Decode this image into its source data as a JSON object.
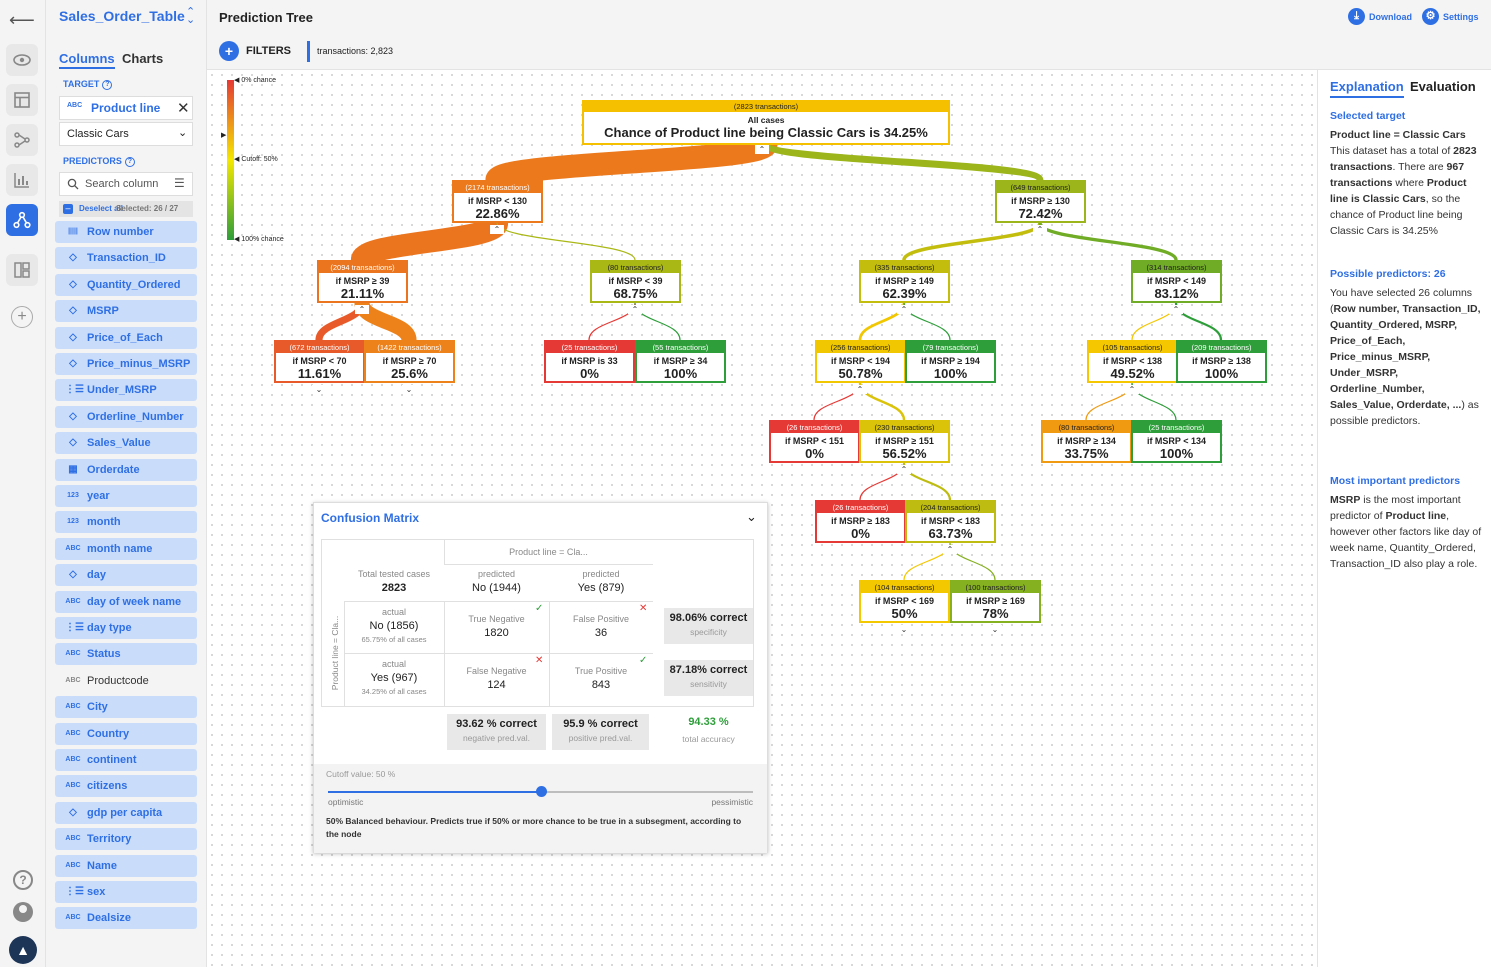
{
  "dataset": {
    "name": "Sales_Order_Table"
  },
  "left_tabs": [
    "Columns",
    "Charts"
  ],
  "target": {
    "section": "TARGET",
    "column": "Product line",
    "value": "Classic Cars"
  },
  "predictors": {
    "section": "PREDICTORS",
    "search_placeholder": "Search column",
    "deselect_label": "Deselect all",
    "selected_label": "Selected: 26 / 27"
  },
  "columns": [
    {
      "name": "Row number",
      "type": "bars",
      "on": true
    },
    {
      "name": "Transaction_ID",
      "type": "tag",
      "on": true
    },
    {
      "name": "Quantity_Ordered",
      "type": "tag",
      "on": true
    },
    {
      "name": "MSRP",
      "type": "tag",
      "on": true
    },
    {
      "name": "Price_of_Each",
      "type": "tag",
      "on": true
    },
    {
      "name": "Price_minus_MSRP",
      "type": "tag",
      "on": true
    },
    {
      "name": "Under_MSRP",
      "type": "bool",
      "on": true
    },
    {
      "name": "Orderline_Number",
      "type": "tag",
      "on": true
    },
    {
      "name": "Sales_Value",
      "type": "tag",
      "on": true
    },
    {
      "name": "Orderdate",
      "type": "date",
      "on": true
    },
    {
      "name": "year",
      "type": "123",
      "on": true
    },
    {
      "name": "month",
      "type": "123",
      "on": true
    },
    {
      "name": "month name",
      "type": "ABC",
      "on": true
    },
    {
      "name": "day",
      "type": "tag",
      "on": true
    },
    {
      "name": "day of week name",
      "type": "ABC",
      "on": true
    },
    {
      "name": "day type",
      "type": "bool",
      "on": true
    },
    {
      "name": "Status",
      "type": "ABC",
      "on": true
    },
    {
      "name": "Productcode",
      "type": "ABC",
      "on": false
    },
    {
      "name": "City",
      "type": "ABC",
      "on": true
    },
    {
      "name": "Country",
      "type": "ABC",
      "on": true
    },
    {
      "name": "continent",
      "type": "ABC",
      "on": true
    },
    {
      "name": "citizens",
      "type": "ABC",
      "on": true
    },
    {
      "name": "gdp per capita",
      "type": "tag",
      "on": true
    },
    {
      "name": "Territory",
      "type": "ABC",
      "on": true
    },
    {
      "name": "Name",
      "type": "ABC",
      "on": true
    },
    {
      "name": "sex",
      "type": "bool",
      "on": true
    },
    {
      "name": "Dealsize",
      "type": "ABC",
      "on": true
    }
  ],
  "header": {
    "title": "Prediction Tree",
    "download": "Download",
    "settings": "Settings",
    "filters": "FILTERS",
    "transactions": "transactions: 2,823"
  },
  "legend": {
    "top": "0% chance",
    "cutoff": "Cutoff: 50%",
    "bottom": "100% chance"
  },
  "root": {
    "count": "(2823 transactions)",
    "cond": "All cases",
    "value": "Chance of Product line being Classic Cars is 34.25%"
  },
  "nodes": [
    {
      "count": "(2174 transactions)",
      "cond": "if MSRP < 130",
      "value": "22.86%",
      "p": 0.2286,
      "parent": -1
    },
    {
      "count": "(649 transactions)",
      "cond": "if MSRP ≥ 130",
      "value": "72.42%",
      "p": 0.7242,
      "parent": -1
    },
    {
      "count": "(2094 transactions)",
      "cond": "if MSRP ≥ 39",
      "value": "21.11%",
      "p": 0.2111,
      "parent": 0
    },
    {
      "count": "(80 transactions)",
      "cond": "if MSRP < 39",
      "value": "68.75%",
      "p": 0.6875,
      "parent": 0
    },
    {
      "count": "(335 transactions)",
      "cond": "if MSRP ≥ 149",
      "value": "62.39%",
      "p": 0.6239,
      "parent": 1
    },
    {
      "count": "(314 transactions)",
      "cond": "if MSRP < 149",
      "value": "83.12%",
      "p": 0.8312,
      "parent": 1
    },
    {
      "count": "(672 transactions)",
      "cond": "if MSRP < 70",
      "value": "11.61%",
      "p": 0.1161,
      "parent": 2
    },
    {
      "count": "(1422 transactions)",
      "cond": "if MSRP ≥ 70",
      "value": "25.6%",
      "p": 0.256,
      "parent": 2
    },
    {
      "count": "(25 transactions)",
      "cond": "if MSRP is 33",
      "value": "0%",
      "p": 0,
      "parent": 3
    },
    {
      "count": "(55 transactions)",
      "cond": "if MSRP ≥ 34",
      "value": "100%",
      "p": 1,
      "parent": 3
    },
    {
      "count": "(256 transactions)",
      "cond": "if MSRP < 194",
      "value": "50.78%",
      "p": 0.5078,
      "parent": 4
    },
    {
      "count": "(79 transactions)",
      "cond": "if MSRP ≥ 194",
      "value": "100%",
      "p": 1,
      "parent": 4
    },
    {
      "count": "(105 transactions)",
      "cond": "if MSRP < 138",
      "value": "49.52%",
      "p": 0.4952,
      "parent": 5
    },
    {
      "count": "(209 transactions)",
      "cond": "if MSRP ≥ 138",
      "value": "100%",
      "p": 1,
      "parent": 5
    },
    {
      "count": "(26 transactions)",
      "cond": "if MSRP < 151",
      "value": "0%",
      "p": 0,
      "parent": 10
    },
    {
      "count": "(230 transactions)",
      "cond": "if MSRP ≥ 151",
      "value": "56.52%",
      "p": 0.5652,
      "parent": 10
    },
    {
      "count": "(80 transactions)",
      "cond": "if MSRP ≥ 134",
      "value": "33.75%",
      "p": 0.3375,
      "parent": 12
    },
    {
      "count": "(25 transactions)",
      "cond": "if MSRP < 134",
      "value": "100%",
      "p": 1,
      "parent": 12
    },
    {
      "count": "(26 transactions)",
      "cond": "if MSRP ≥ 183",
      "value": "0%",
      "p": 0,
      "parent": 15
    },
    {
      "count": "(204 transactions)",
      "cond": "if MSRP < 183",
      "value": "63.73%",
      "p": 0.6373,
      "parent": 15
    },
    {
      "count": "(104 transactions)",
      "cond": "if MSRP < 169",
      "value": "50%",
      "p": 0.5,
      "parent": 19
    },
    {
      "count": "(100 transactions)",
      "cond": "if MSRP ≥ 169",
      "value": "78%",
      "p": 0.78,
      "parent": 19
    }
  ],
  "confusion": {
    "title": "Confusion Matrix",
    "col_header": "Product line = Cla...",
    "row_header": "Product line = Cla...",
    "total_label": "Total tested cases",
    "total": "2823",
    "pred_label": "predicted",
    "pred_no": "No (1944)",
    "pred_yes": "Yes (879)",
    "actual_label": "actual",
    "actual_no": "No (1856)",
    "actual_no_pct": "65.75% of all cases",
    "actual_yes": "Yes (967)",
    "actual_yes_pct": "34.25% of all cases",
    "tn_label": "True Negative",
    "tn": "1820",
    "fp_label": "False Positive",
    "fp": "36",
    "fn_label": "False Negative",
    "fn": "124",
    "tp_label": "True Positive",
    "tp": "843",
    "spec": "98.06% correct",
    "spec_label": "specificity",
    "sens": "87.18% correct",
    "sens_label": "sensitivity",
    "npv": "93.62 % correct",
    "npv_label": "negative pred.val.",
    "ppv": "95.9 % correct",
    "ppv_label": "positive pred.val.",
    "acc": "94.33 %",
    "acc_label": "total accuracy",
    "cutoff_label": "Cutoff value: 50 %",
    "cutoff": 0.5,
    "optimistic": "optimistic",
    "pessimistic": "pessimistic",
    "desc": "50% Balanced behaviour. Predicts true if 50% or more chance to be true in a subsegment, according to the node"
  },
  "right_tabs": [
    "Explanation",
    "Evaluation"
  ],
  "explanation": {
    "h1": "Selected target",
    "p1a": "Product line = Classic Cars",
    "p1b": "This dataset has a total of",
    "p1c": "2823 transactions",
    "p1d": ". There are",
    "p1e": "967 transactions",
    "p1f": " where",
    "p1g": "Product line is Classic Cars",
    "p1h": ",",
    "p1i": "so the chance of Product line being Classic Cars is 34.25%",
    "h2": "Possible predictors: 26",
    "p2a": "You have selected 26 columns (",
    "p2b": "Row number, Transaction_ID, Quantity_Ordered, MSRP, Price_of_Each, Price_minus_MSRP, Under_MSRP, Orderline_Number, Sales_Value, Orderdate, ...",
    "p2c": ") as possible predictors.",
    "h3": "Most important predictors",
    "p3a": "MSRP",
    "p3b": " is the most important predictor of ",
    "p3c": "Product line",
    "p3d": ", however other factors like day of week name, Quantity_Ordered, Transaction_ID also play a role."
  },
  "colors": {
    "accent": "#2f6fe4",
    "chance0": "#e53935",
    "chance50": "#f4e800",
    "chance100": "#2e9e3a"
  }
}
